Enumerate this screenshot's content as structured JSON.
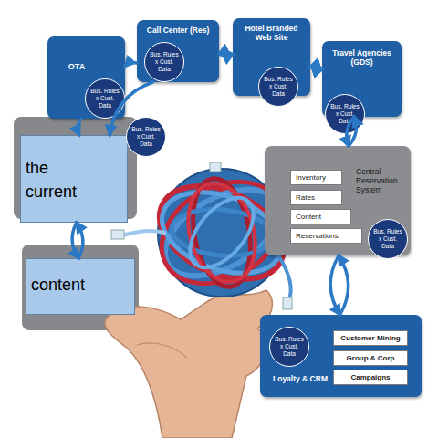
{
  "diagram": {
    "nodes": [
      {
        "text": [
          "OTA"
        ]
      },
      {
        "text": [
          "Bus. Rules x Cust. Data"
        ],
        "in": 0
      },
      {
        "text": [
          "Call Center (Res)"
        ]
      },
      {
        "text": [
          "Bus. Rules x Cust. Data"
        ],
        "in": 2
      },
      {
        "text": [
          "Hotel Branded Web Site"
        ]
      },
      {
        "text": [
          "Bus. Rules x Cust. Data"
        ],
        "in": 4
      },
      {
        "text": [
          "Travel Agencies (GDS)"
        ]
      },
      {
        "text": [
          "Bus. Rules x Cust. Data"
        ],
        "in": 6
      },
      {
        "text": [
          "the current"
        ]
      },
      {
        "text": [
          "Bus. Rules x Cust. Data"
        ]
      },
      {
        "text": [
          "Central Reservation System"
        ]
      },
      {
        "text": [
          "Inventory"
        ],
        "in": 10
      },
      {
        "text": [
          "Rates"
        ],
        "in": 10
      },
      {
        "text": [
          "Content"
        ],
        "in": 10
      },
      {
        "text": [
          "Reservations"
        ],
        "in": 10
      },
      {
        "text": [
          "Bus. Rules x Cust. Data"
        ],
        "in": 10
      },
      {
        "text": [
          "content"
        ]
      },
      {
        "text": [
          "Loyalty & CRM"
        ]
      },
      {
        "text": [
          "Bus. Rules x Cust. Data"
        ],
        "in": 17
      },
      {
        "text": [
          "Customer Mining"
        ],
        "in": 17
      },
      {
        "text": [
          "Group & Corp"
        ],
        "in": 17
      },
      {
        "text": [
          "Campaigns"
        ],
        "in": 17
      }
    ],
    "edges": [
      {
        "from": 2,
        "to": 0,
        "arrow": "to"
      },
      {
        "from": 0,
        "to": 8,
        "arrow": "to"
      },
      {
        "from": 4,
        "to": 2,
        "arrow": "to"
      },
      {
        "from": 6,
        "to": 4,
        "arrow": "to"
      },
      {
        "from": 2,
        "to": 8,
        "arrow": "to"
      },
      {
        "from": 2,
        "to": 4,
        "arrow": "to"
      },
      {
        "from": 4,
        "to": 6,
        "arrow": "to"
      },
      {
        "from": 6,
        "to": 10,
        "arrow": "to"
      },
      {
        "from": 10,
        "to": 6,
        "arrow": "to"
      },
      {
        "from": 10,
        "to": 17,
        "arrow": "to"
      },
      {
        "from": 17,
        "to": 10,
        "arrow": "to"
      },
      {
        "from": 8,
        "to": 16,
        "arrow": "to"
      },
      {
        "from": 16,
        "to": 8,
        "arrow": "to"
      }
    ]
  }
}
